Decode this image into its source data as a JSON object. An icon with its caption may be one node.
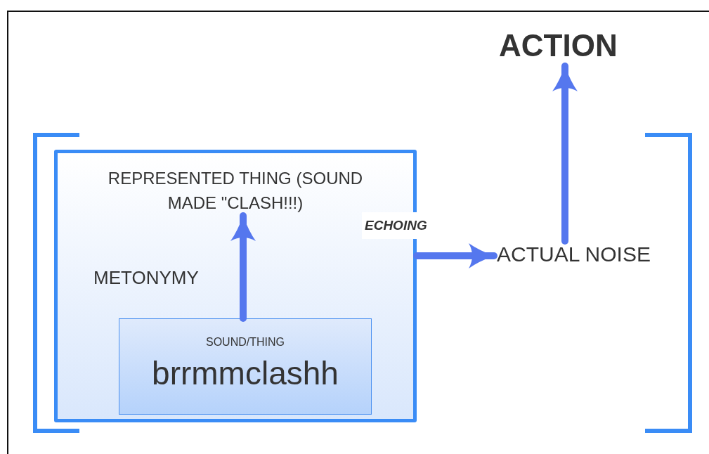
{
  "diagram": {
    "nodes": [
      {
        "text": [
          "METONYMY"
        ]
      },
      {
        "text": [
          "REPRESENTED THING (SOUND MADE \"CLASH!!!)"
        ],
        "in": 0
      },
      {
        "text": [
          "SOUND/THING",
          "brrmmclashh"
        ],
        "in": 0
      },
      {
        "text": [
          "ACTUAL NOISE"
        ]
      },
      {
        "text": [
          "ACTION"
        ]
      }
    ],
    "edges": [
      {
        "from": 2,
        "to": 1,
        "arrow": "to"
      },
      {
        "from": 0,
        "to": 3,
        "arrow": "to",
        "label": "ECHOING"
      },
      {
        "from": 3,
        "to": 4,
        "arrow": "to"
      }
    ]
  }
}
